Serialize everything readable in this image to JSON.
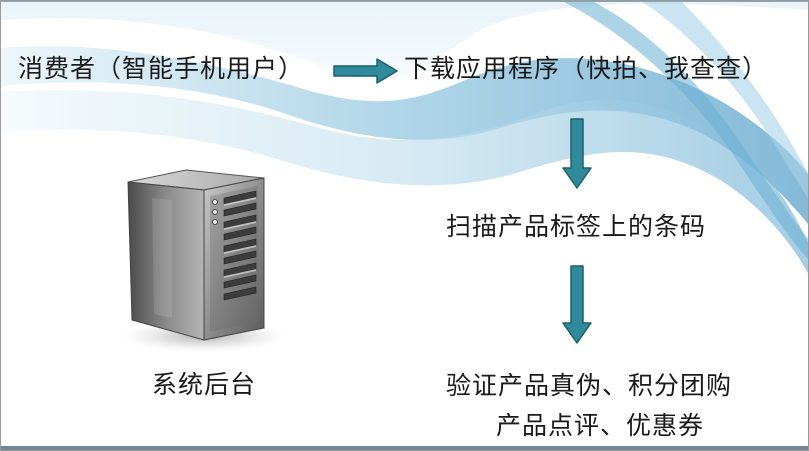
{
  "flow": {
    "consumer": "消费者（智能手机用户）",
    "download_app": "下载应用程序（快拍、我查查）",
    "scan_barcode": "扫描产品标签上的条码",
    "verify_line1": "验证产品真伪、积分团购",
    "verify_line2": "产品点评、优惠券",
    "backend": "系统后台"
  },
  "colors": {
    "arrow_fill": "#2f8a9c",
    "arrow_stroke": "#1e5f6c",
    "wave_light": "#cfe6f2",
    "wave_mid": "#8fc2dd",
    "wave_dark": "#4d98c4"
  },
  "icons": {
    "server": "server-tower-icon"
  }
}
